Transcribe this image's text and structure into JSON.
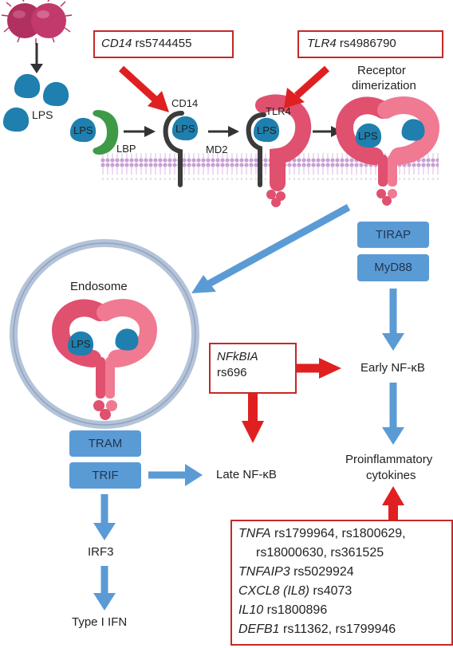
{
  "labels": {
    "lps_free": "LPS",
    "lbp": "LBP",
    "cd14": "CD14",
    "md2": "MD2",
    "tlr4": "TLR4",
    "receptor_dimerization_1": "Receptor",
    "receptor_dimerization_2": "dimerization",
    "endosome": "Endosome",
    "early_nfkb": "Early NF-κB",
    "late_nfkb": "Late NF-κB",
    "proinflammatory_1": "Proinflammatory",
    "proinflammatory_2": "cytokines",
    "irf3": "IRF3",
    "type1_ifn": "Type I IFN",
    "lps_bound": "LPS"
  },
  "adaptors": {
    "tirap": "TIRAP",
    "myd88": "MyD88",
    "tram": "TRAM",
    "trif": "TRIF"
  },
  "snp_boxes": {
    "cd14": {
      "gene": "CD14",
      "snp": "rs5744455"
    },
    "tlr4": {
      "gene": "TLR4",
      "snp": "rs4986790"
    },
    "nfkbia": {
      "gene": "NFkBIA",
      "snp": "rs696"
    }
  },
  "cytokine_snps": [
    {
      "gene": "TNFA",
      "snps": "rs1799964, rs1800629,"
    },
    {
      "gene": "",
      "snps": "rs18000630, rs361525"
    },
    {
      "gene": "TNFAIP3",
      "snps": "rs5029924"
    },
    {
      "gene": "CXCL8 (IL8)",
      "snps": "rs4073"
    },
    {
      "gene": "IL10",
      "snps": "rs1800896"
    },
    {
      "gene": "DEFB1",
      "snps": "rs11362, rs1799946"
    }
  ],
  "colors": {
    "receptor": "#e0506f",
    "receptor_light": "#f07a92",
    "lps": "#1f7fae",
    "lbp": "#3f9a47",
    "cd14": "#3b3b3b",
    "membrane": "#c9a0d6",
    "adaptor": "#5b9bd5",
    "arrow_blue": "#5b9bd5",
    "arrow_red": "#e02020",
    "bacteria": "#b03060"
  }
}
